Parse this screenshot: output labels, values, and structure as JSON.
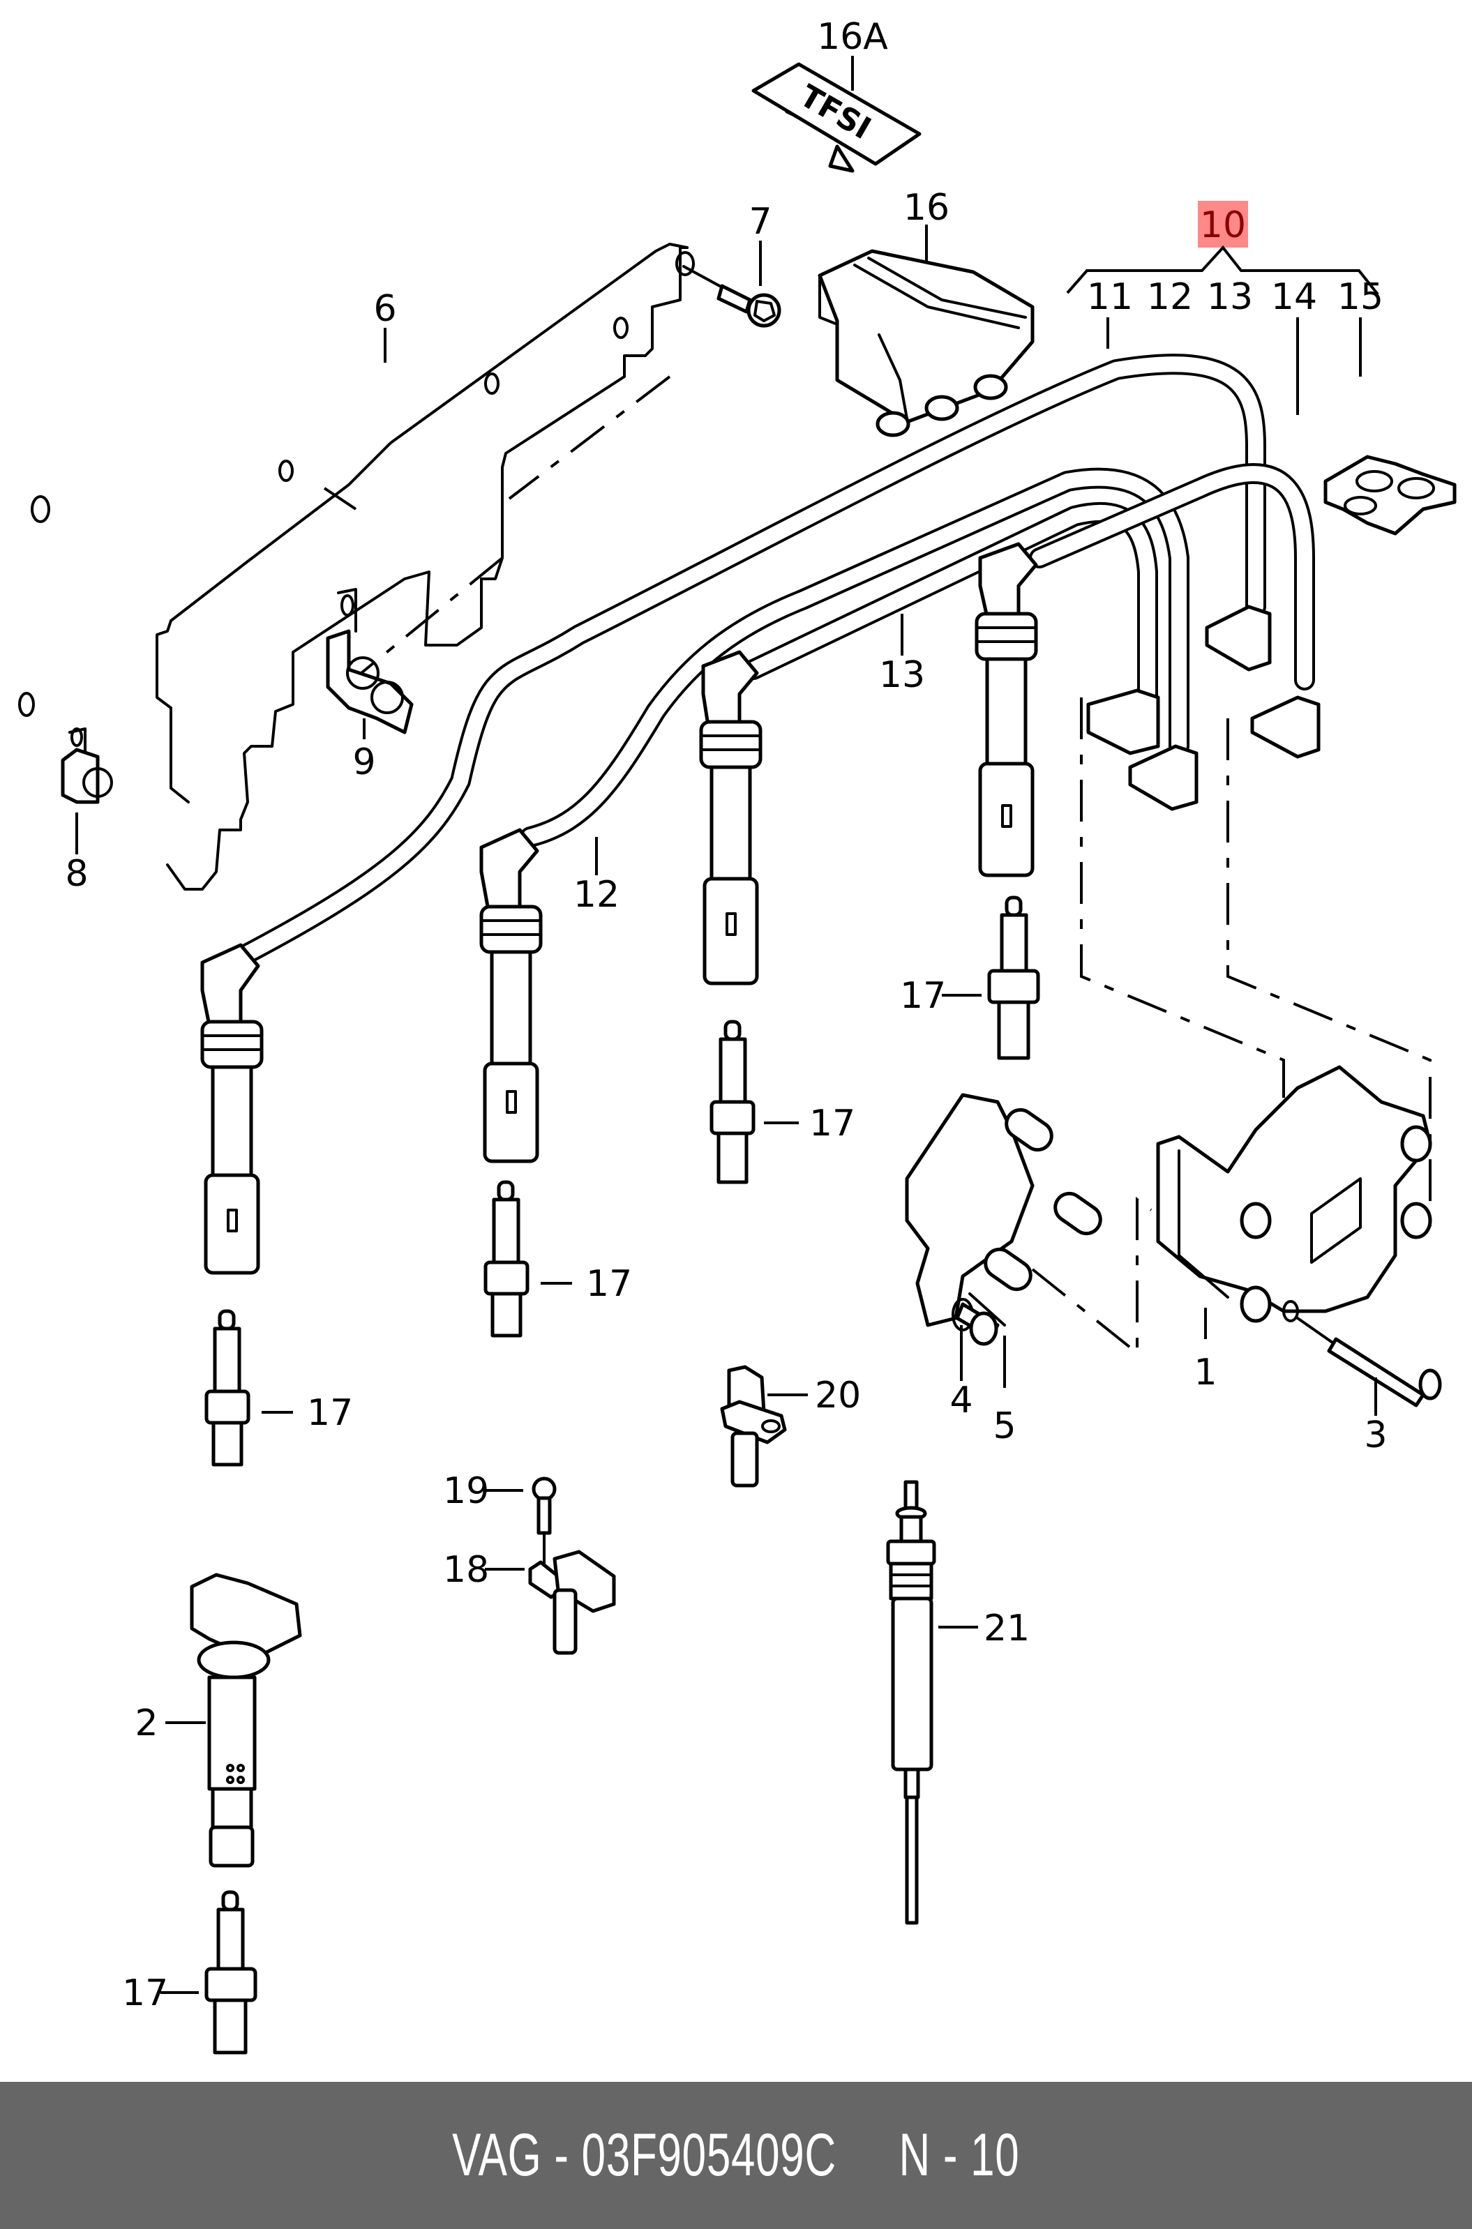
{
  "diagram": {
    "title": "Ignition system exploded view",
    "badge_text": "TFSI",
    "highlight_color": "#ff8888",
    "highlight_text_color": "#8b0000",
    "callouts": {
      "c16a": "16A",
      "c16": "16",
      "c7": "7",
      "c6": "6",
      "c10": "10",
      "c11": "11",
      "c12_top": "12",
      "c13_top": "13",
      "c14": "14",
      "c15": "15",
      "c9": "9",
      "c8": "8",
      "c13": "13",
      "c12": "12",
      "c17_a": "17",
      "c17_b": "17",
      "c17_c": "17",
      "c17_d": "17",
      "c17_e": "17",
      "c4": "4",
      "c5": "5",
      "c1": "1",
      "c3": "3",
      "c20": "20",
      "c19": "19",
      "c18": "18",
      "c2": "2",
      "c21": "21"
    },
    "highlighted_callout": "10"
  },
  "footer": {
    "brand": "VAG",
    "part_number": "03F905409C",
    "position": "N - 10",
    "text": "VAG - 03F905409C     N - 10",
    "background": "#666666"
  }
}
